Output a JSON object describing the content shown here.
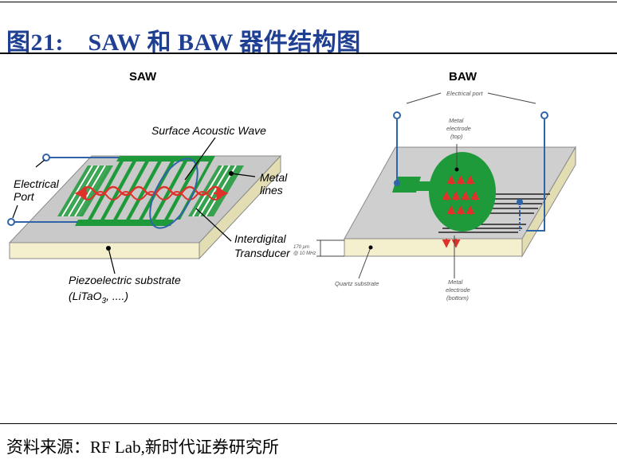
{
  "figure": {
    "title": "图21:　SAW 和 BAW 器件结构图",
    "source": "资料来源：RF Lab,新时代证券研究所"
  },
  "saw": {
    "panel_label": "SAW",
    "labels": {
      "surface_wave": "Surface Acoustic Wave",
      "electrical_port_1": "Electrical",
      "electrical_port_2": "Port",
      "metal_lines_1": "Metal",
      "metal_lines_2": "lines",
      "idt_1": "Interdigital",
      "idt_2": "Transducer",
      "substrate_1": "Piezoelectric substrate",
      "substrate_2": "(LiTaO",
      "substrate_sub": "3",
      "substrate_3": ", ....)"
    }
  },
  "baw": {
    "panel_label": "BAW",
    "labels": {
      "electrical_port": "Electrical port",
      "top_electrode_1": "Metal",
      "top_electrode_2": "electrode",
      "top_electrode_3": "(top)",
      "thickness_1": "170 μm",
      "thickness_2": "@ 10 MHz",
      "quartz": "Quartz substrate",
      "bottom_electrode_1": "Metal",
      "bottom_electrode_2": "electrode",
      "bottom_electrode_3": "(bottom)"
    }
  },
  "colors": {
    "title_blue": "#1f3f93",
    "electrode_green": "#1e9a3a",
    "substrate_gray": "#c9c9c9",
    "substrate_edge": "#f4efcc",
    "wave_red": "#e0302a",
    "wire_blue": "#2f64a8"
  }
}
